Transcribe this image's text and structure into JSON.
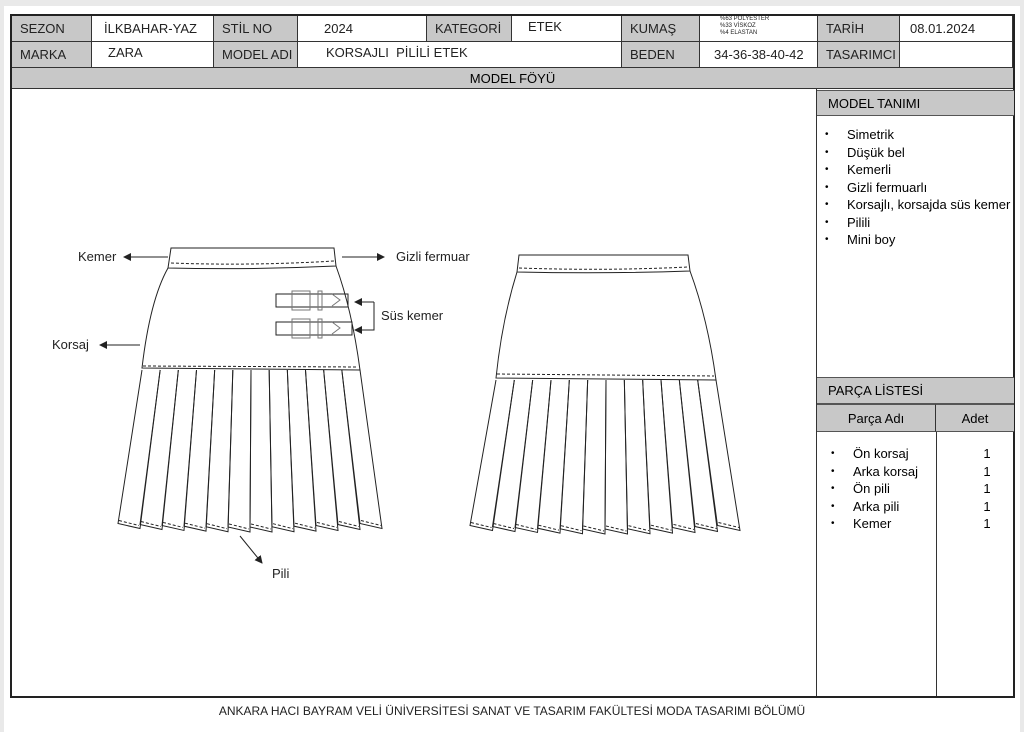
{
  "header": {
    "sezon_label": "SEZON",
    "sezon": "İLKBAHAR-YAZ",
    "stil_label": "STİL NO",
    "stil": "2024",
    "kategori_label": "KATEGORİ",
    "kategori": "ETEK",
    "kumas_label": "KUMAŞ",
    "kumas": [
      "%63 POLYESTER",
      "%33 VİSKOZ",
      "%4 ELASTAN"
    ],
    "tarih_label": "TARİH",
    "tarih": "08.01.2024",
    "marka_label": "MARKA",
    "marka": "ZARA",
    "model_adi_label": "MODEL ADI",
    "model_adi": "KORSAJLI  PİLİLİ ETEK",
    "beden_label": "BEDEN",
    "beden": "34-36-38-40-42",
    "tasarimci_label": "TASARIMCI",
    "tasarimci": ""
  },
  "section_title": "MODEL FÖYÜ",
  "annotations": {
    "kemer": "Kemer",
    "gizli_fermuar": "Gizli fermuar",
    "sus_kemer": "Süs kemer",
    "korsaj": "Korsaj",
    "pili": "Pili"
  },
  "model_tanimi": {
    "title": "MODEL TANIMI",
    "items": [
      "Simetrik",
      "Düşük bel",
      "Kemerli",
      "Gizli fermuarlı",
      "Korsajlı, korsajda süs kemer",
      "Pilili",
      "Mini boy"
    ]
  },
  "parca_listesi": {
    "title": "PARÇA LİSTESİ",
    "col_name": "Parça Adı",
    "col_qty": "Adet",
    "rows": [
      {
        "name": "Ön korsaj",
        "qty": "1"
      },
      {
        "name": "Arka korsaj",
        "qty": "1"
      },
      {
        "name": "Ön pili",
        "qty": "1"
      },
      {
        "name": "Arka pili",
        "qty": "1"
      },
      {
        "name": "Kemer",
        "qty": "1"
      }
    ]
  },
  "footer": "ANKARA HACI BAYRAM VELİ ÜNİVERSİTESİ SANAT VE TASARIM FAKÜLTESİ MODA TASARIMI BÖLÜMÜ"
}
